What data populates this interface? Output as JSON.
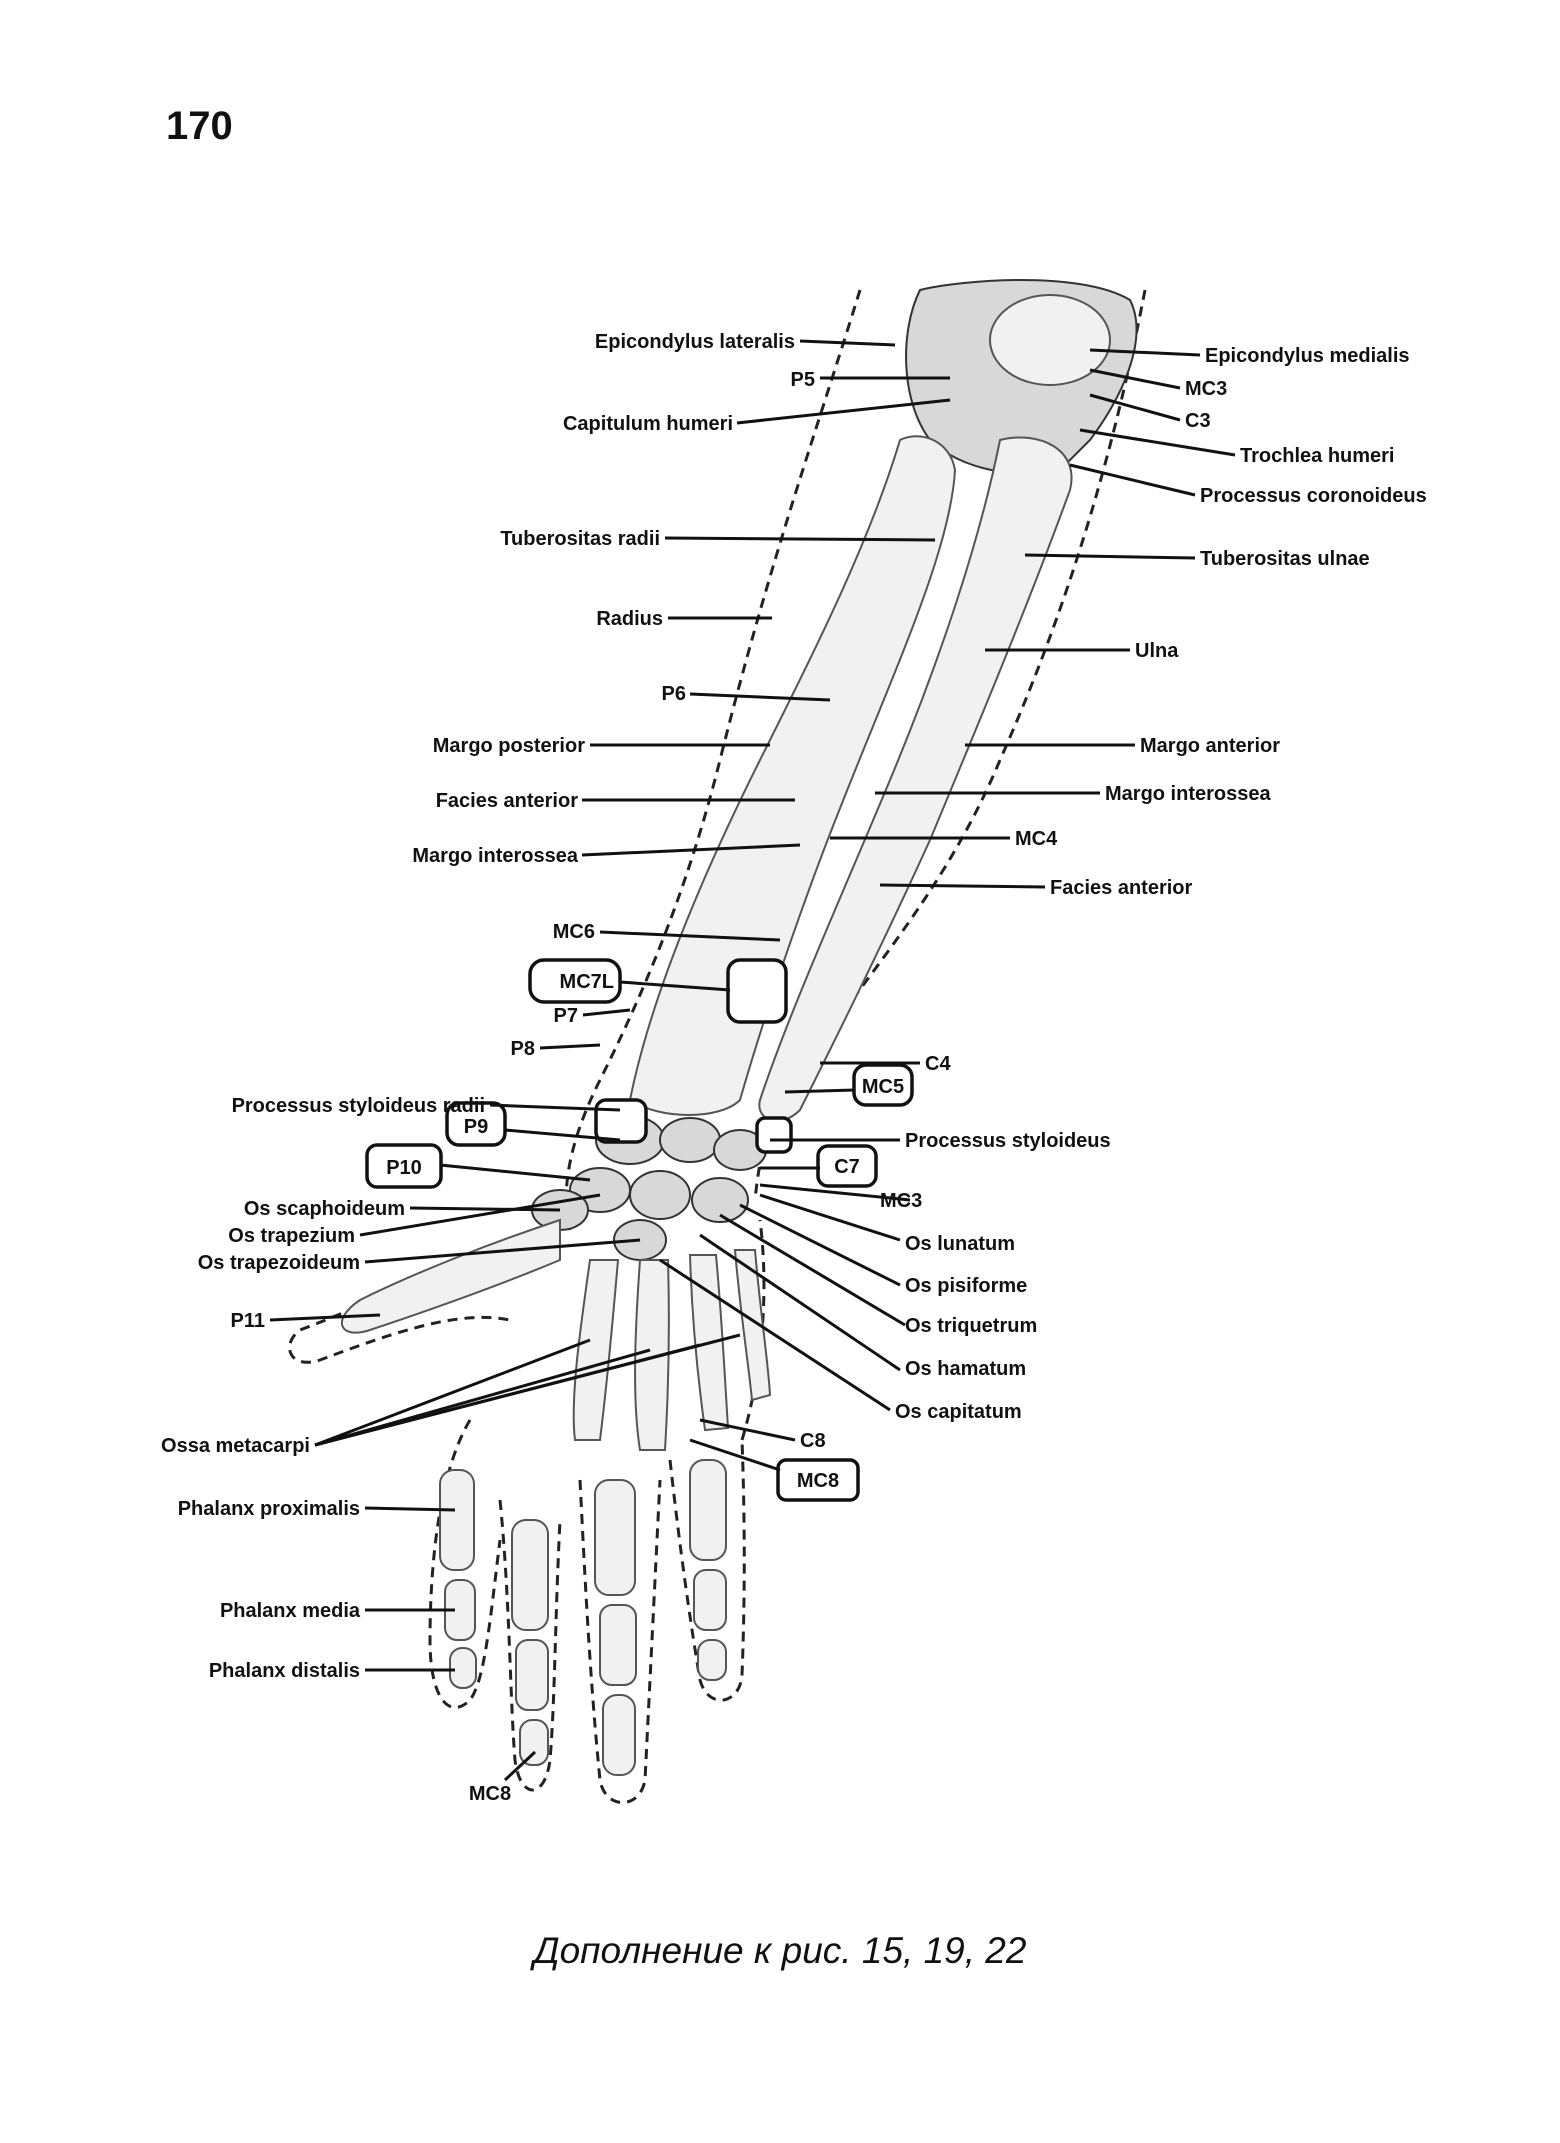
{
  "page_number": "170",
  "caption": "Дополнение к рис. 15, 19, 22",
  "labels_left": [
    "Epicondylus lateralis",
    "P5",
    "Capitulum humeri",
    "Tuberositas radii",
    "Radius",
    "P6",
    "Margo posterior",
    "Facies anterior",
    "Margo interossea",
    "MC6",
    "MC7L",
    "P7",
    "P8",
    "Processus styloideus radii",
    "P9",
    "P10",
    "Os scaphoideum",
    "Os trapezium",
    "Os trapezoideum",
    "P11",
    "Phalanx proximalis",
    "Phalanx media",
    "Phalanx distalis",
    "MC8"
  ],
  "labels_right": [
    "Epicondylus medialis",
    "MC3",
    "C3",
    "Trochlea humeri",
    "Processus coronoideus",
    "Tuberositas ulnae",
    "Ulna",
    "Margo anterior",
    "Margo interossea",
    "MC4",
    "Facies anterior",
    "C4",
    "MC5",
    "Processus styloideus",
    "C7",
    "MC3",
    "Os lunatum",
    "Os pisiforme",
    "Os triquetrum",
    "Os hamatum",
    "Os capitatum",
    "C8",
    "MC8"
  ],
  "labels_other": [
    "Ossa metacarpi"
  ]
}
